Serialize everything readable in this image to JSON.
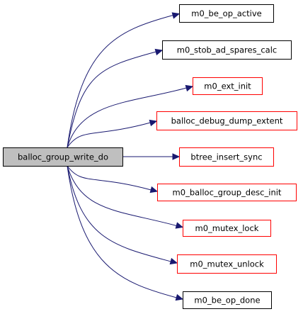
{
  "graph": {
    "colors": {
      "edge": "#191970",
      "root_fill": "#bfbfbf",
      "root_border": "#000000",
      "node_fill": "#ffffff",
      "border_black": "#000000",
      "border_red": "#ff0000"
    },
    "root": {
      "label": "balloc_group_write_do",
      "border": "black"
    },
    "callees": [
      {
        "label": "m0_be_op_active",
        "border": "black"
      },
      {
        "label": "m0_stob_ad_spares_calc",
        "border": "black"
      },
      {
        "label": "m0_ext_init",
        "border": "red"
      },
      {
        "label": "balloc_debug_dump_extent",
        "border": "red"
      },
      {
        "label": "btree_insert_sync",
        "border": "red"
      },
      {
        "label": "m0_balloc_group_desc_init",
        "border": "red"
      },
      {
        "label": "m0_mutex_lock",
        "border": "red"
      },
      {
        "label": "m0_mutex_unlock",
        "border": "red"
      },
      {
        "label": "m0_be_op_done",
        "border": "black"
      }
    ]
  }
}
